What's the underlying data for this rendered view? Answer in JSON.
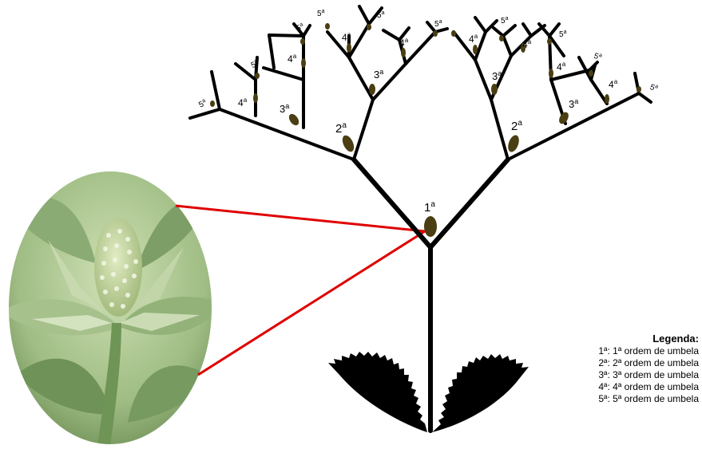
{
  "orders": {
    "o1": {
      "num": "1",
      "sup": "a"
    },
    "o2": {
      "num": "2",
      "sup": "a"
    },
    "o3": {
      "num": "3",
      "sup": "a"
    },
    "o4": {
      "num": "4",
      "sup": "a"
    },
    "o5": {
      "num": "5",
      "sup": "a"
    }
  },
  "legend": {
    "title": "Legenda:",
    "items": [
      {
        "key": "1ª",
        "text": ": 1ª ordem de umbela"
      },
      {
        "key": "2ª",
        "text": ": 2ª ordem de umbela"
      },
      {
        "key": "3ª",
        "text": ": 3ª ordem de umbela"
      },
      {
        "key": "4ª",
        "text": ": 4ª ordem de umbela"
      },
      {
        "key": "5ª",
        "text": ": 5ª ordem de umbela"
      }
    ]
  },
  "colors": {
    "stem": "#000000",
    "umbel": "#4a3e12",
    "connector": "#e00000",
    "photo_leaf": "#7fa06a",
    "photo_head": "#b9cf8e"
  }
}
